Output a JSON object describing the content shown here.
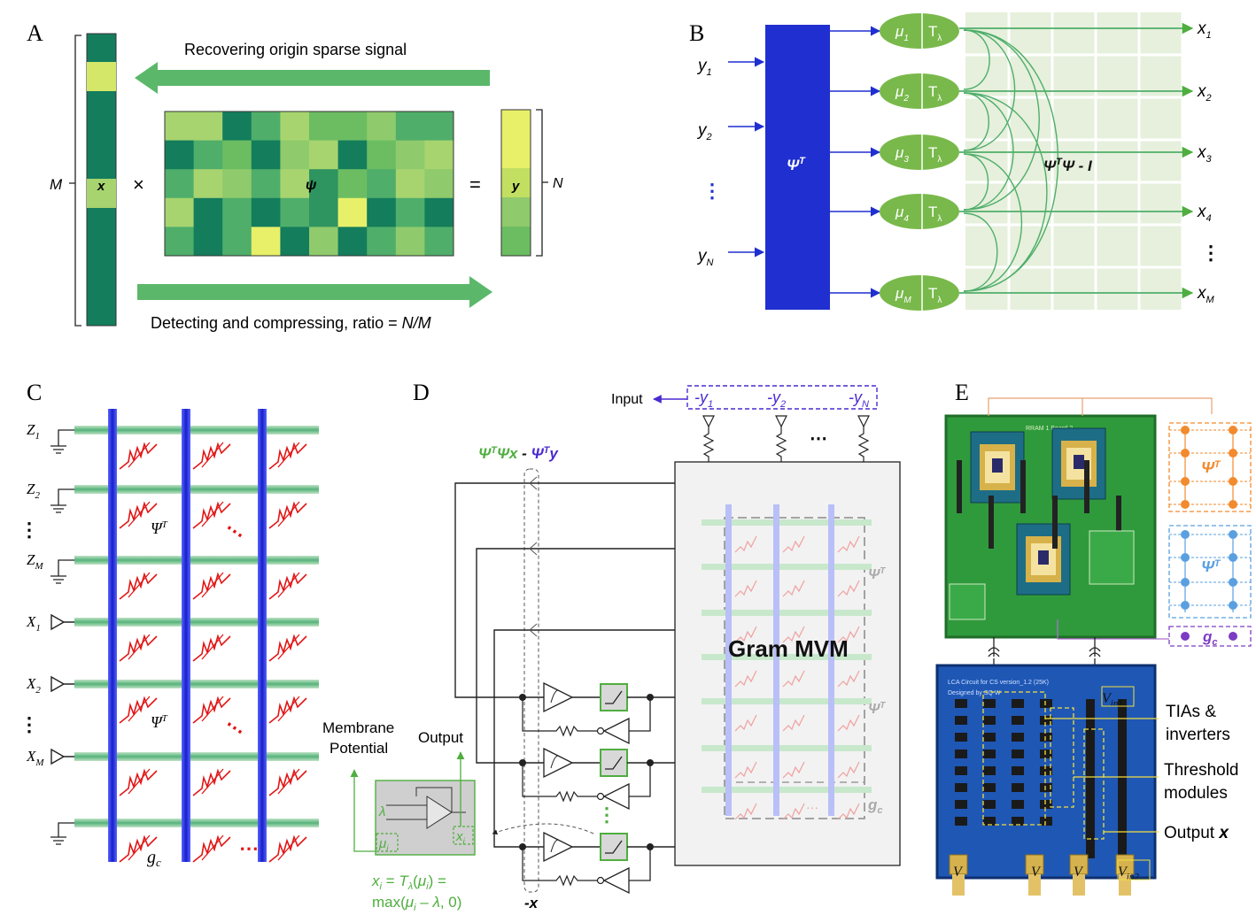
{
  "colors": {
    "green_dark": "#137d5c",
    "green_mid": "#4fae6a",
    "green_light": "#a7d46f",
    "yellow": "#e8f06a",
    "green_node": "#79b94b",
    "blue": "#1f2fd0",
    "violet": "#4a2ad0",
    "red": "#e21515",
    "orange": "#f28a2e",
    "lightblue": "#5aa0e0",
    "purple": "#7d3cc4",
    "pcb_green": "#2f9a3c",
    "pcb_blue": "#1f57b5",
    "grid_bg": "#e6f0dc"
  },
  "panels": {
    "A": {
      "letter": "A",
      "recover_label": "Recovering origin sparse signal",
      "detect_label": "Detecting and compressing, ratio = ",
      "ratio": "N/M",
      "x_label": "x",
      "psi_label": "ψ",
      "y_label": "y",
      "times": "×",
      "equals": "=",
      "M": "M",
      "N": "N"
    },
    "B": {
      "letter": "B",
      "inputs": [
        "y",
        "y",
        "⋮",
        "y"
      ],
      "input_subs": [
        "1",
        "2",
        "",
        "N"
      ],
      "matrix_label": "ΨT",
      "gram_label": "ΨTΨ - I",
      "mu_labels": [
        "μ",
        "μ",
        "μ",
        "μ",
        "μ"
      ],
      "mu_subs": [
        "1",
        "2",
        "3",
        "4",
        "M"
      ],
      "threshold": "Tλ",
      "outputs": [
        "x",
        "x",
        "x",
        "x",
        "⋮",
        "x"
      ],
      "output_subs": [
        "1",
        "2",
        "3",
        "4",
        "",
        "M"
      ]
    },
    "C": {
      "letter": "C",
      "rows": [
        "Z",
        "Z",
        "⋮",
        "Z",
        "X",
        "X",
        "⋮",
        "X"
      ],
      "row_subs": [
        "1",
        "2",
        "",
        "M",
        "1",
        "2",
        "",
        "M"
      ],
      "block_label": "ΨT",
      "gc_label": "gc",
      "dots": "⋯"
    },
    "D": {
      "letter": "D",
      "input_label": "Input",
      "y_labels": [
        "-y",
        "-y",
        "-y"
      ],
      "y_subs": [
        "1",
        "2",
        "N"
      ],
      "ellipsis": "⋯",
      "feedback_label_a": "ΨTΨx",
      "feedback_label_b": "ΨTy",
      "minus": " - ",
      "neg_x": "-x",
      "gram_mvm": "Gram MVM",
      "psi_t": "ΨT",
      "gc": "gc",
      "membrane": [
        "Membrane",
        "Potential"
      ],
      "output": "Output",
      "lambda": "λ",
      "mu_i": "μi",
      "x_i": "xi",
      "equation_1": "xi = Tλ(μi) =",
      "equation_2": "max(μi – λ, 0)"
    },
    "E": {
      "letter": "E",
      "board1_title": "RRAM 1 Board-2",
      "board2_title": "LCA Circuit for CS version_1.2 (25K)",
      "board2_sub": "Designed  by SQ W",
      "psi_t": "ΨT",
      "gc": "gc",
      "labels": [
        "TIAs &",
        "inverters",
        "Threshold",
        "modules",
        "Output"
      ],
      "output_x": "x",
      "vin1": "Vin1",
      "vin2": "Vin2",
      "v": "V"
    }
  }
}
